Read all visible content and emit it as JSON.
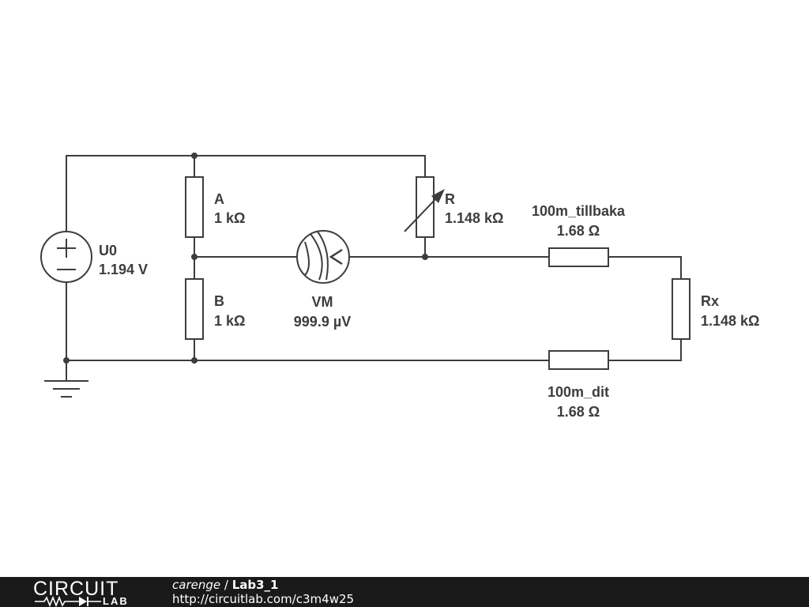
{
  "components": {
    "u0": {
      "name": "U0",
      "value": "1.194 V"
    },
    "a": {
      "name": "A",
      "value": "1 kΩ"
    },
    "b": {
      "name": "B",
      "value": "1 kΩ"
    },
    "r": {
      "name": "R",
      "value": "1.148 kΩ"
    },
    "vm": {
      "name": "VM",
      "value": "999.9 µV"
    },
    "tillbaka": {
      "name": "100m_tillbaka",
      "value": "1.68 Ω"
    },
    "dit": {
      "name": "100m_dit",
      "value": "1.68 Ω"
    },
    "rx": {
      "name": "Rx",
      "value": "1.148 kΩ"
    }
  },
  "footer": {
    "logo_top": "CIRCUIT",
    "logo_bottom": "LAB",
    "author": "carenge",
    "separator": " / ",
    "title": "Lab3_1",
    "url": "http://circuitlab.com/c3m4w25"
  },
  "colors": {
    "wire": "#3d3d3d",
    "footer_bg": "#1a1a1a"
  }
}
